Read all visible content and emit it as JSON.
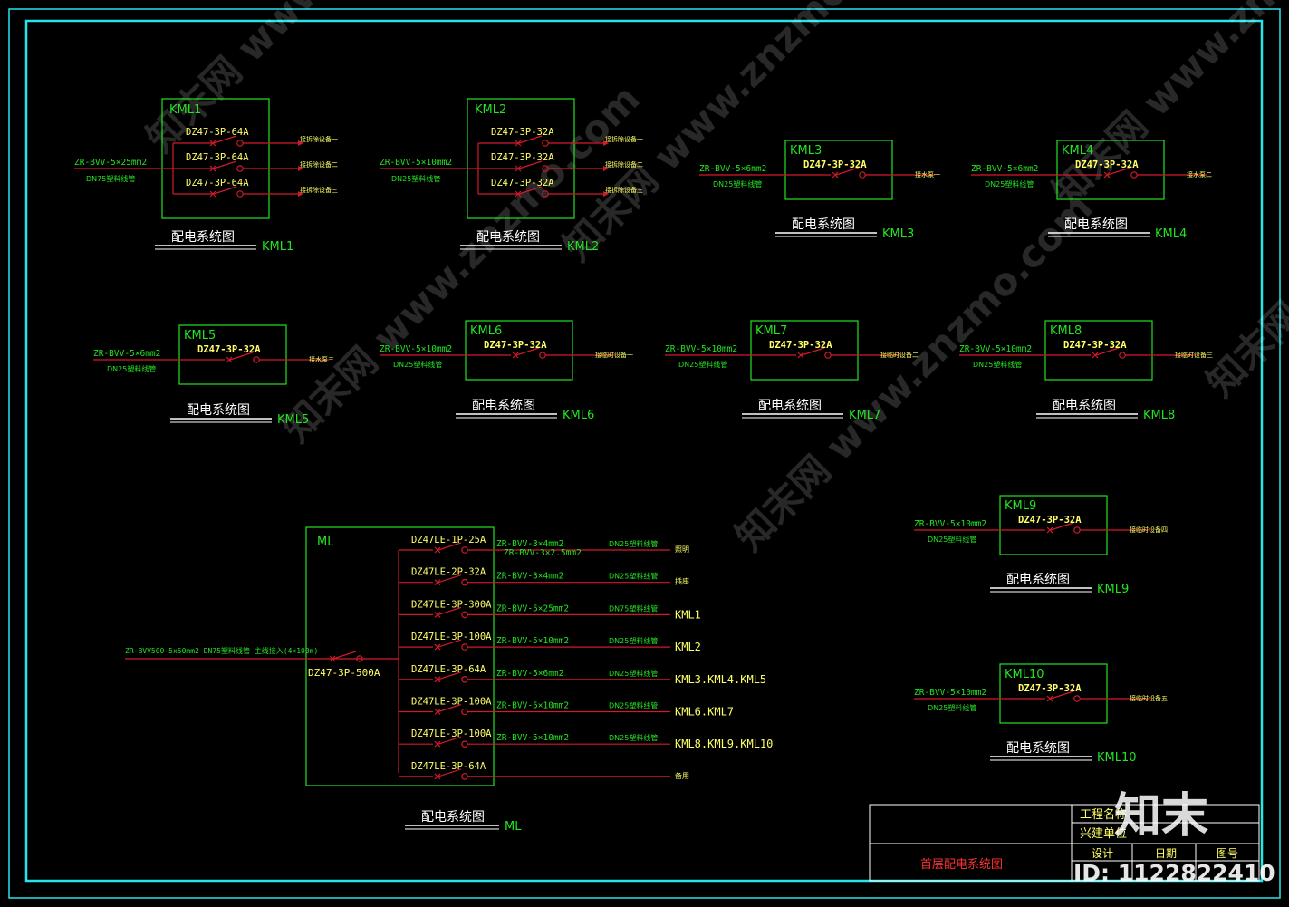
{
  "panels": [
    {
      "id": "KML1",
      "title": "KML1",
      "cable": "ZR-BVV-5×25mm2",
      "conduit": "DN75塑料线管",
      "breakers": [
        "DZ47-3P-64A",
        "DZ47-3P-64A",
        "DZ47-3P-64A"
      ],
      "outputs": [
        "接拆除设备一",
        "接拆除设备二",
        "接拆除设备三"
      ],
      "caption": "配电系统图",
      "label": "KML1"
    },
    {
      "id": "KML2",
      "title": "KML2",
      "cable": "ZR-BVV-5×10mm2",
      "conduit": "DN25塑料线管",
      "breakers": [
        "DZ47-3P-32A",
        "DZ47-3P-32A",
        "DZ47-3P-32A"
      ],
      "outputs": [
        "接拆除设备一",
        "接拆除设备二",
        "接拆除设备三"
      ],
      "caption": "配电系统图",
      "label": "KML2"
    },
    {
      "id": "KML3",
      "title": "KML3",
      "cable": "ZR-BVV-5×6mm2",
      "conduit": "DN25塑料线管",
      "breakers": [
        "DZ47-3P-32A"
      ],
      "outputs": [
        "接水泵一"
      ],
      "caption": "配电系统图",
      "label": "KML3"
    },
    {
      "id": "KML4",
      "title": "KML4",
      "cable": "ZR-BVV-5×6mm2",
      "conduit": "DN25塑料线管",
      "breakers": [
        "DZ47-3P-32A"
      ],
      "outputs": [
        "接水泵二"
      ],
      "caption": "配电系统图",
      "label": "KML4"
    },
    {
      "id": "KML5",
      "title": "KML5",
      "cable": "ZR-BVV-5×6mm2",
      "conduit": "DN25塑料线管",
      "breakers": [
        "DZ47-3P-32A"
      ],
      "outputs": [
        "接水泵三"
      ],
      "caption": "配电系统图",
      "label": "KML5"
    },
    {
      "id": "KML6",
      "title": "KML6",
      "cable": "ZR-BVV-5×10mm2",
      "conduit": "DN25塑料线管",
      "breakers": [
        "DZ47-3P-32A"
      ],
      "outputs": [
        "接临时设备一"
      ],
      "caption": "配电系统图",
      "label": "KML6"
    },
    {
      "id": "KML7",
      "title": "KML7",
      "cable": "ZR-BVV-5×10mm2",
      "conduit": "DN25塑料线管",
      "breakers": [
        "DZ47-3P-32A"
      ],
      "outputs": [
        "接临时设备二"
      ],
      "caption": "配电系统图",
      "label": "KML7"
    },
    {
      "id": "KML8",
      "title": "KML8",
      "cable": "ZR-BVV-5×10mm2",
      "conduit": "DN25塑料线管",
      "breakers": [
        "DZ47-3P-32A"
      ],
      "outputs": [
        "接临时设备三"
      ],
      "caption": "配电系统图",
      "label": "KML8"
    },
    {
      "id": "KML9",
      "title": "KML9",
      "cable": "ZR-BVV-5×10mm2",
      "conduit": "DN25塑料线管",
      "breakers": [
        "DZ47-3P-32A"
      ],
      "outputs": [
        "接临时设备四"
      ],
      "caption": "配电系统图",
      "label": "KML9"
    },
    {
      "id": "KML10",
      "title": "KML10",
      "cable": "ZR-BVV-5×10mm2",
      "conduit": "DN25塑料线管",
      "breakers": [
        "DZ47-3P-32A"
      ],
      "outputs": [
        "接临时设备五"
      ],
      "caption": "配电系统图",
      "label": "KML10"
    }
  ],
  "main": {
    "title": "ML",
    "incoming": "ZR-BVV500-5x50mm2 DN75塑料线管 主线接入(4×100m)",
    "main_breaker": "DZ47-3P-500A",
    "caption": "配电系统图",
    "label": "ML",
    "branches": [
      {
        "breaker": "DZ47LE-1P-25A",
        "cable": "ZR-BVV-3×4mm2",
        "cable2": "ZR-BVV-3×2.5mm2",
        "conduit": "DN25塑料线管",
        "dest": "照明"
      },
      {
        "breaker": "DZ47LE-2P-32A",
        "cable": "ZR-BVV-3×4mm2",
        "conduit": "DN25塑料线管",
        "dest": "插座"
      },
      {
        "breaker": "DZ47LE-3P-300A",
        "cable": "ZR-BVV-5×25mm2",
        "conduit": "DN75塑料线管",
        "dest": "KML1"
      },
      {
        "breaker": "DZ47LE-3P-100A",
        "cable": "ZR-BVV-5×10mm2",
        "conduit": "DN25塑料线管",
        "dest": "KML2"
      },
      {
        "breaker": "DZ47LE-3P-64A",
        "cable": "ZR-BVV-5×6mm2",
        "conduit": "DN25塑料线管",
        "dest": "KML3.KML4.KML5"
      },
      {
        "breaker": "DZ47LE-3P-100A",
        "cable": "ZR-BVV-5×10mm2",
        "conduit": "DN25塑料线管",
        "dest": "KML6.KML7"
      },
      {
        "breaker": "DZ47LE-3P-100A",
        "cable": "ZR-BVV-5×10mm2",
        "conduit": "DN25塑料线管",
        "dest": "KML8.KML9.KML10"
      },
      {
        "breaker": "DZ47LE-3P-64A",
        "cable": "",
        "conduit": "",
        "dest": "备用"
      }
    ]
  },
  "title_block": {
    "project_label": "工程名称",
    "builder_label": "兴建单位",
    "drawing_title": "首层配电系统图",
    "design_label": "设计",
    "date_label": "日期",
    "number_label": "图号"
  },
  "watermark": {
    "site": "www.znzmo.com",
    "brand": "知末网",
    "logo": "知末",
    "id_text": "ID: 1122822410"
  },
  "colors": {
    "frame": "#29e3e8",
    "box": "#22e322",
    "wire": "#d11a2a",
    "breaker_text": "#ffff66",
    "text_white": "#ffffff"
  }
}
